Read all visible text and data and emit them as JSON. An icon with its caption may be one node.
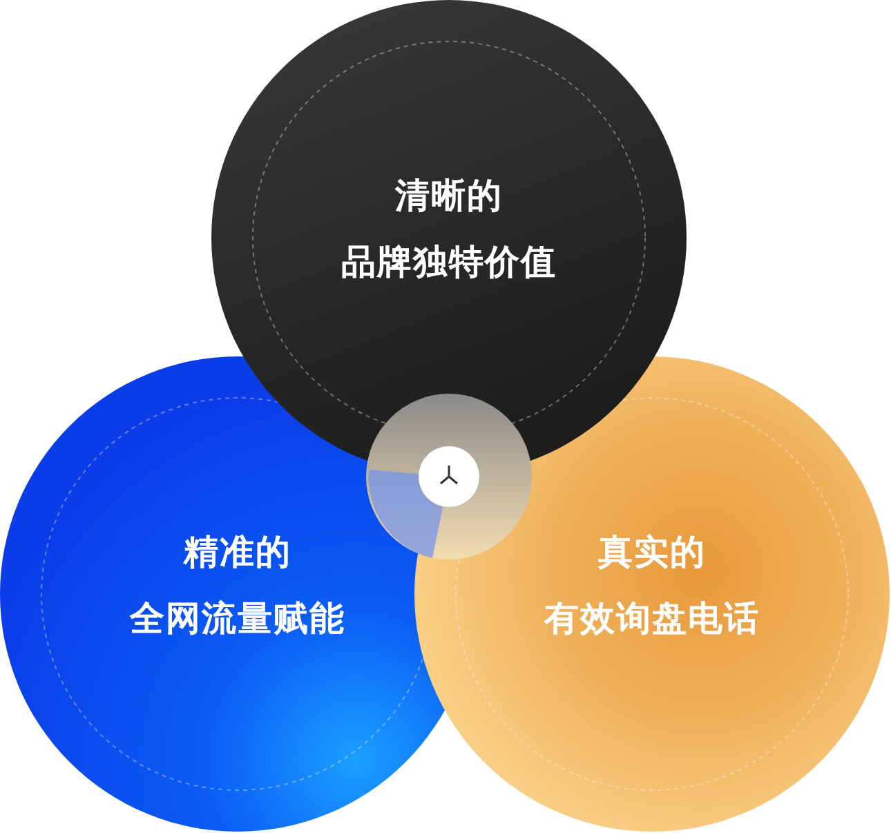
{
  "diagram": {
    "nodes": [
      {
        "text": [
          "真实的",
          "有效询盘电话"
        ]
      },
      {
        "text": [
          "精准的",
          "全网流量赋能"
        ]
      },
      {
        "text": [
          "清晰的",
          "品牌独特价值"
        ]
      }
    ]
  }
}
